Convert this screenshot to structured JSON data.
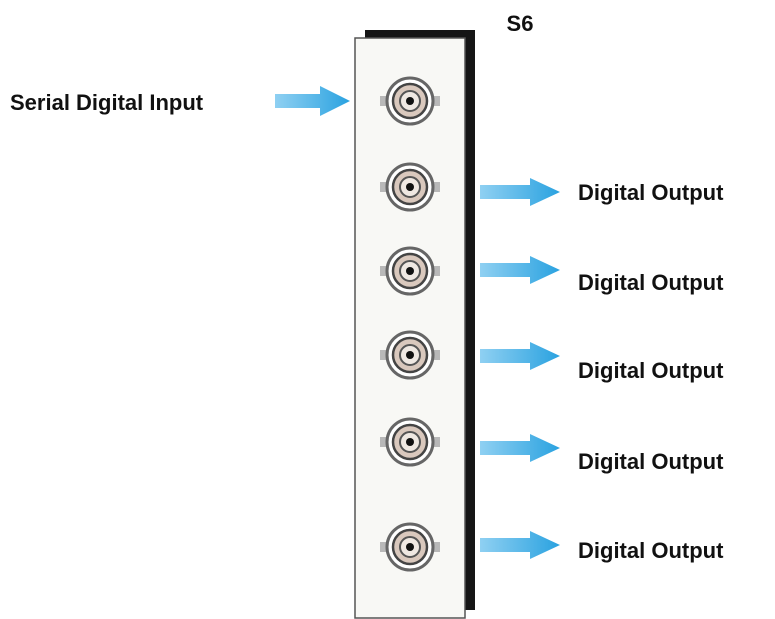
{
  "slot_label": "S6",
  "input": {
    "label": "Serial Digital Input"
  },
  "outputs": [
    {
      "label": "Digital Output"
    },
    {
      "label": "Digital Output"
    },
    {
      "label": "Digital Output"
    },
    {
      "label": "Digital Output"
    },
    {
      "label": "Digital Output"
    }
  ],
  "colors": {
    "arrow": "#2aa2e0",
    "arrow_light": "#8fd0f2",
    "panel": "#f8f8f5",
    "panel_shadow": "#151515",
    "connector_ring": "#555555",
    "connector_body": "#d9c8bd"
  }
}
